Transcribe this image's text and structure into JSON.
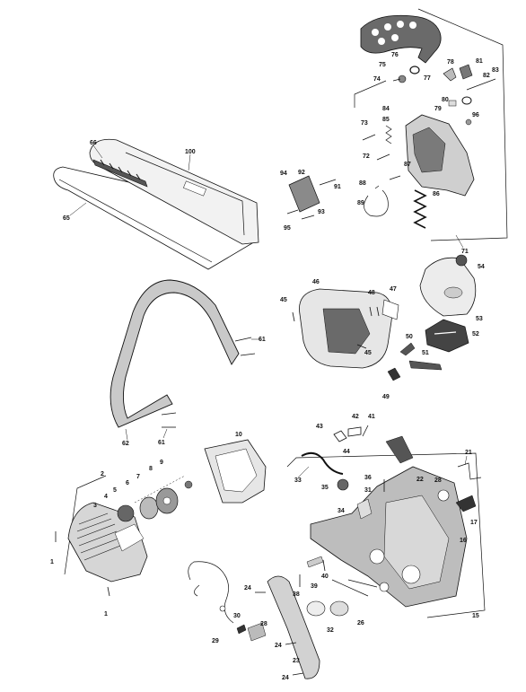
{
  "colors": {
    "part_fill": "#d8d8d8",
    "part_dark": "#7a7a7a",
    "handle_fill": "#5f5f5f",
    "line": "#111111"
  },
  "callouts": {
    "c1a": "1",
    "c1b": "1",
    "c2": "2",
    "c3": "3",
    "c4": "4",
    "c5": "5",
    "c6": "6",
    "c7": "7",
    "c8": "8",
    "c9": "9",
    "c10": "10",
    "c15": "15",
    "c16": "16",
    "c17": "17",
    "c21": "21",
    "c22": "22",
    "c23": "23",
    "c24a": "24",
    "c24b": "24",
    "c24c": "24",
    "c26": "26",
    "c28": "28",
    "c28b": "28",
    "c29": "29",
    "c30": "30",
    "c31": "31",
    "c32": "32",
    "c33": "33",
    "c34": "34",
    "c35": "35",
    "c36": "36",
    "c38": "38",
    "c39": "39",
    "c40": "40",
    "c41": "41",
    "c42": "42",
    "c43": "43",
    "c44": "44",
    "c45a": "45",
    "c45b": "45",
    "c46": "46",
    "c47": "47",
    "c48": "48",
    "c49": "49",
    "c50": "50",
    "c51": "51",
    "c52": "52",
    "c53": "53",
    "c54": "54",
    "c61a": "61",
    "c61b": "61",
    "c62": "62",
    "c65": "65",
    "c66": "66",
    "c71": "71",
    "c72": "72",
    "c73": "73",
    "c74": "74",
    "c75": "75",
    "c76": "76",
    "c77": "77",
    "c78": "78",
    "c79": "79",
    "c80": "80",
    "c81": "81",
    "c82": "82",
    "c83": "83",
    "c84": "84",
    "c85": "85",
    "c86": "86",
    "c87": "87",
    "c88": "88",
    "c89": "89",
    "c91": "91",
    "c92": "92",
    "c93": "93",
    "c94": "94",
    "c95": "95",
    "c96": "96",
    "c100": "100"
  }
}
